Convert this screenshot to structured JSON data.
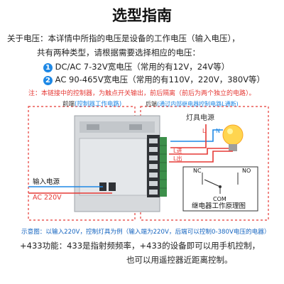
{
  "title": "选型指南",
  "voltage": {
    "heading": "关于电压：本详情中所指的电压是设备的工作电压（输入电压），",
    "line2": "共有两种类型，请根据需要选择相应的电压：",
    "options": [
      {
        "num": "1",
        "text": "DC/AC 7-32V宽电压（常用的有12V，24V等）"
      },
      {
        "num": "2",
        "text": "AC 90-465V宽电压（常用的有110V，220V，380V等）"
      }
    ]
  },
  "note": "注：本链接中的控制器，为触点开关输出，前后隔离（前后为两个独立的电路）。",
  "diagram": {
    "front_label": "前端",
    "front_sub": "(控制器工作电路)",
    "back_label": "后端",
    "back_sub": "(通过内部继电器控制电路L通断)",
    "lamp_power": "灯具电源",
    "l_label": "L",
    "n_label": "N",
    "l_in": "L进",
    "l_out": "L出",
    "input_power": "输入电源",
    "input_value": "AC 220V",
    "relay_title": "继电器工作原理图",
    "nc": "NC",
    "no": "NO",
    "com": "COM"
  },
  "example": "示意图：以输入220V，控制灯具为例（输入端为220V，后端可以控制0-380V电压的电器）",
  "remote": {
    "line1": "+433功能：433是指射频频率，+433的设备即可以用手机控制，",
    "line2": "也可以用遥控器近距离控制。"
  },
  "colors": {
    "accent_blue": "#1e88e5",
    "red": "#e53935",
    "dashed_border": "#e53935",
    "module_gray": "#d6d9dc"
  }
}
